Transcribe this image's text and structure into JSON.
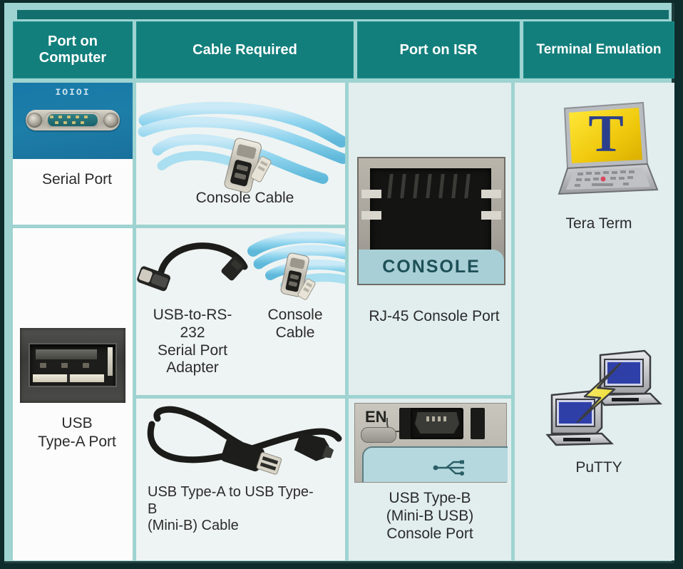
{
  "table": {
    "headers": [
      {
        "id": "port-on-computer",
        "label": "Port on Computer"
      },
      {
        "id": "cable-required",
        "label": "Cable Required"
      },
      {
        "id": "port-on-isr",
        "label": "Port on ISR"
      },
      {
        "id": "terminal-emulation",
        "label": "Terminal Emulation"
      }
    ],
    "cells": {
      "serial_port": {
        "caption": "Serial Port",
        "image": "db9-serial-port-photo",
        "tile_label": "IOIOI"
      },
      "usb_type_a_port": {
        "caption": "USB\nType-A Port",
        "caption_line1": "USB",
        "caption_line2": "Type-A Port",
        "image": "usb-type-a-port-photo"
      },
      "console_cable_1": {
        "caption": "Console Cable",
        "image": "light-blue-console-cable-photo"
      },
      "usb_rs232_adapter": {
        "caption_line1": "USB-to-RS-",
        "caption_line2": "232",
        "caption_line3": "Serial Port",
        "caption_line4": "Adapter",
        "image": "usb-to-rs232-adapter-photo"
      },
      "console_cable_2": {
        "caption_line1": "Console",
        "caption_line2": "Cable",
        "image": "light-blue-console-cable-photo"
      },
      "usb_a_to_b_cable": {
        "caption_line1": "USB Type-A to USB Type-",
        "caption_line2": "B",
        "caption_line3": "(Mini-B) Cable",
        "image": "black-usb-a-to-mini-b-cable-photo"
      },
      "rj45_console_port": {
        "caption": "RJ-45 Console Port",
        "band_label": "CONSOLE",
        "image": "rj45-jack-photo"
      },
      "usb_type_b_console_port": {
        "caption_line1": "USB Type-B",
        "caption_line2": "(Mini-B USB)",
        "caption_line3": "Console Port",
        "panel_label": "EN",
        "image": "mini-b-usb-console-port-photo"
      },
      "tera_term": {
        "caption": "Tera Term",
        "icon": "tera-term-laptop-icon",
        "icon_letter": "T"
      },
      "putty": {
        "caption": "PuTTY",
        "icon": "putty-two-computers-lightning-icon"
      }
    }
  },
  "colors": {
    "header_bg": "#137f7c",
    "header_text": "#ffffff",
    "grid": "#9ed3d1",
    "frame_dark": "#0e2c2c",
    "cell_white": "#fbfcfb",
    "cell_pale": "#eef4f3",
    "cell_teal": "#e2eeee",
    "serial_tile_blue": "#1878a8",
    "console_band": "#a8cfd6",
    "console_band_text": "#1d4f57",
    "tera_term_yellow": "#f2d21a",
    "tera_term_letter": "#2b3f8c",
    "putty_screen": "#2f3fa8",
    "putty_bolt": "#f2e24a",
    "cable_blue": "#8fd4ee",
    "caption_text": "#2b2b2b"
  }
}
